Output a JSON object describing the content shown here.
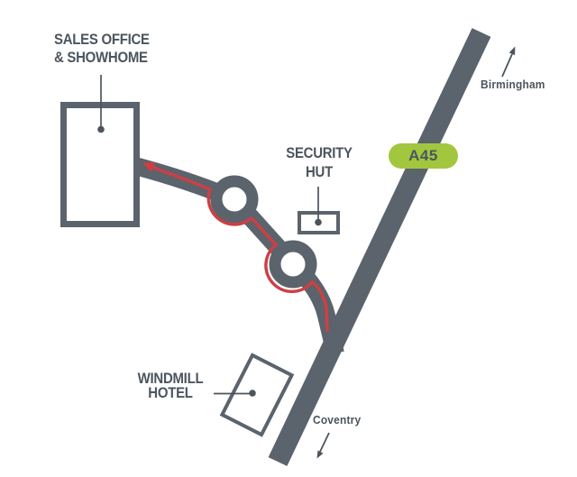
{
  "map": {
    "locations": {
      "sales_office": {
        "label_line1": "SALES OFFICE",
        "label_line2": "& SHOWHOME"
      },
      "security_hut": {
        "label_line1": "SECURITY",
        "label_line2": "HUT"
      },
      "windmill_hotel": {
        "label_line1": "WINDMILL",
        "label_line2": "HOTEL"
      }
    },
    "roads": {
      "badge": "A45"
    },
    "directions": {
      "north": "Birmingham",
      "south": "Coventry"
    },
    "features": {
      "roundabout_count": "2"
    },
    "colors": {
      "road": "#5b636c",
      "route": "#cd3f44",
      "badge_background": "#a2c63d",
      "text": "#4c555e",
      "background": "#ffffff"
    }
  }
}
